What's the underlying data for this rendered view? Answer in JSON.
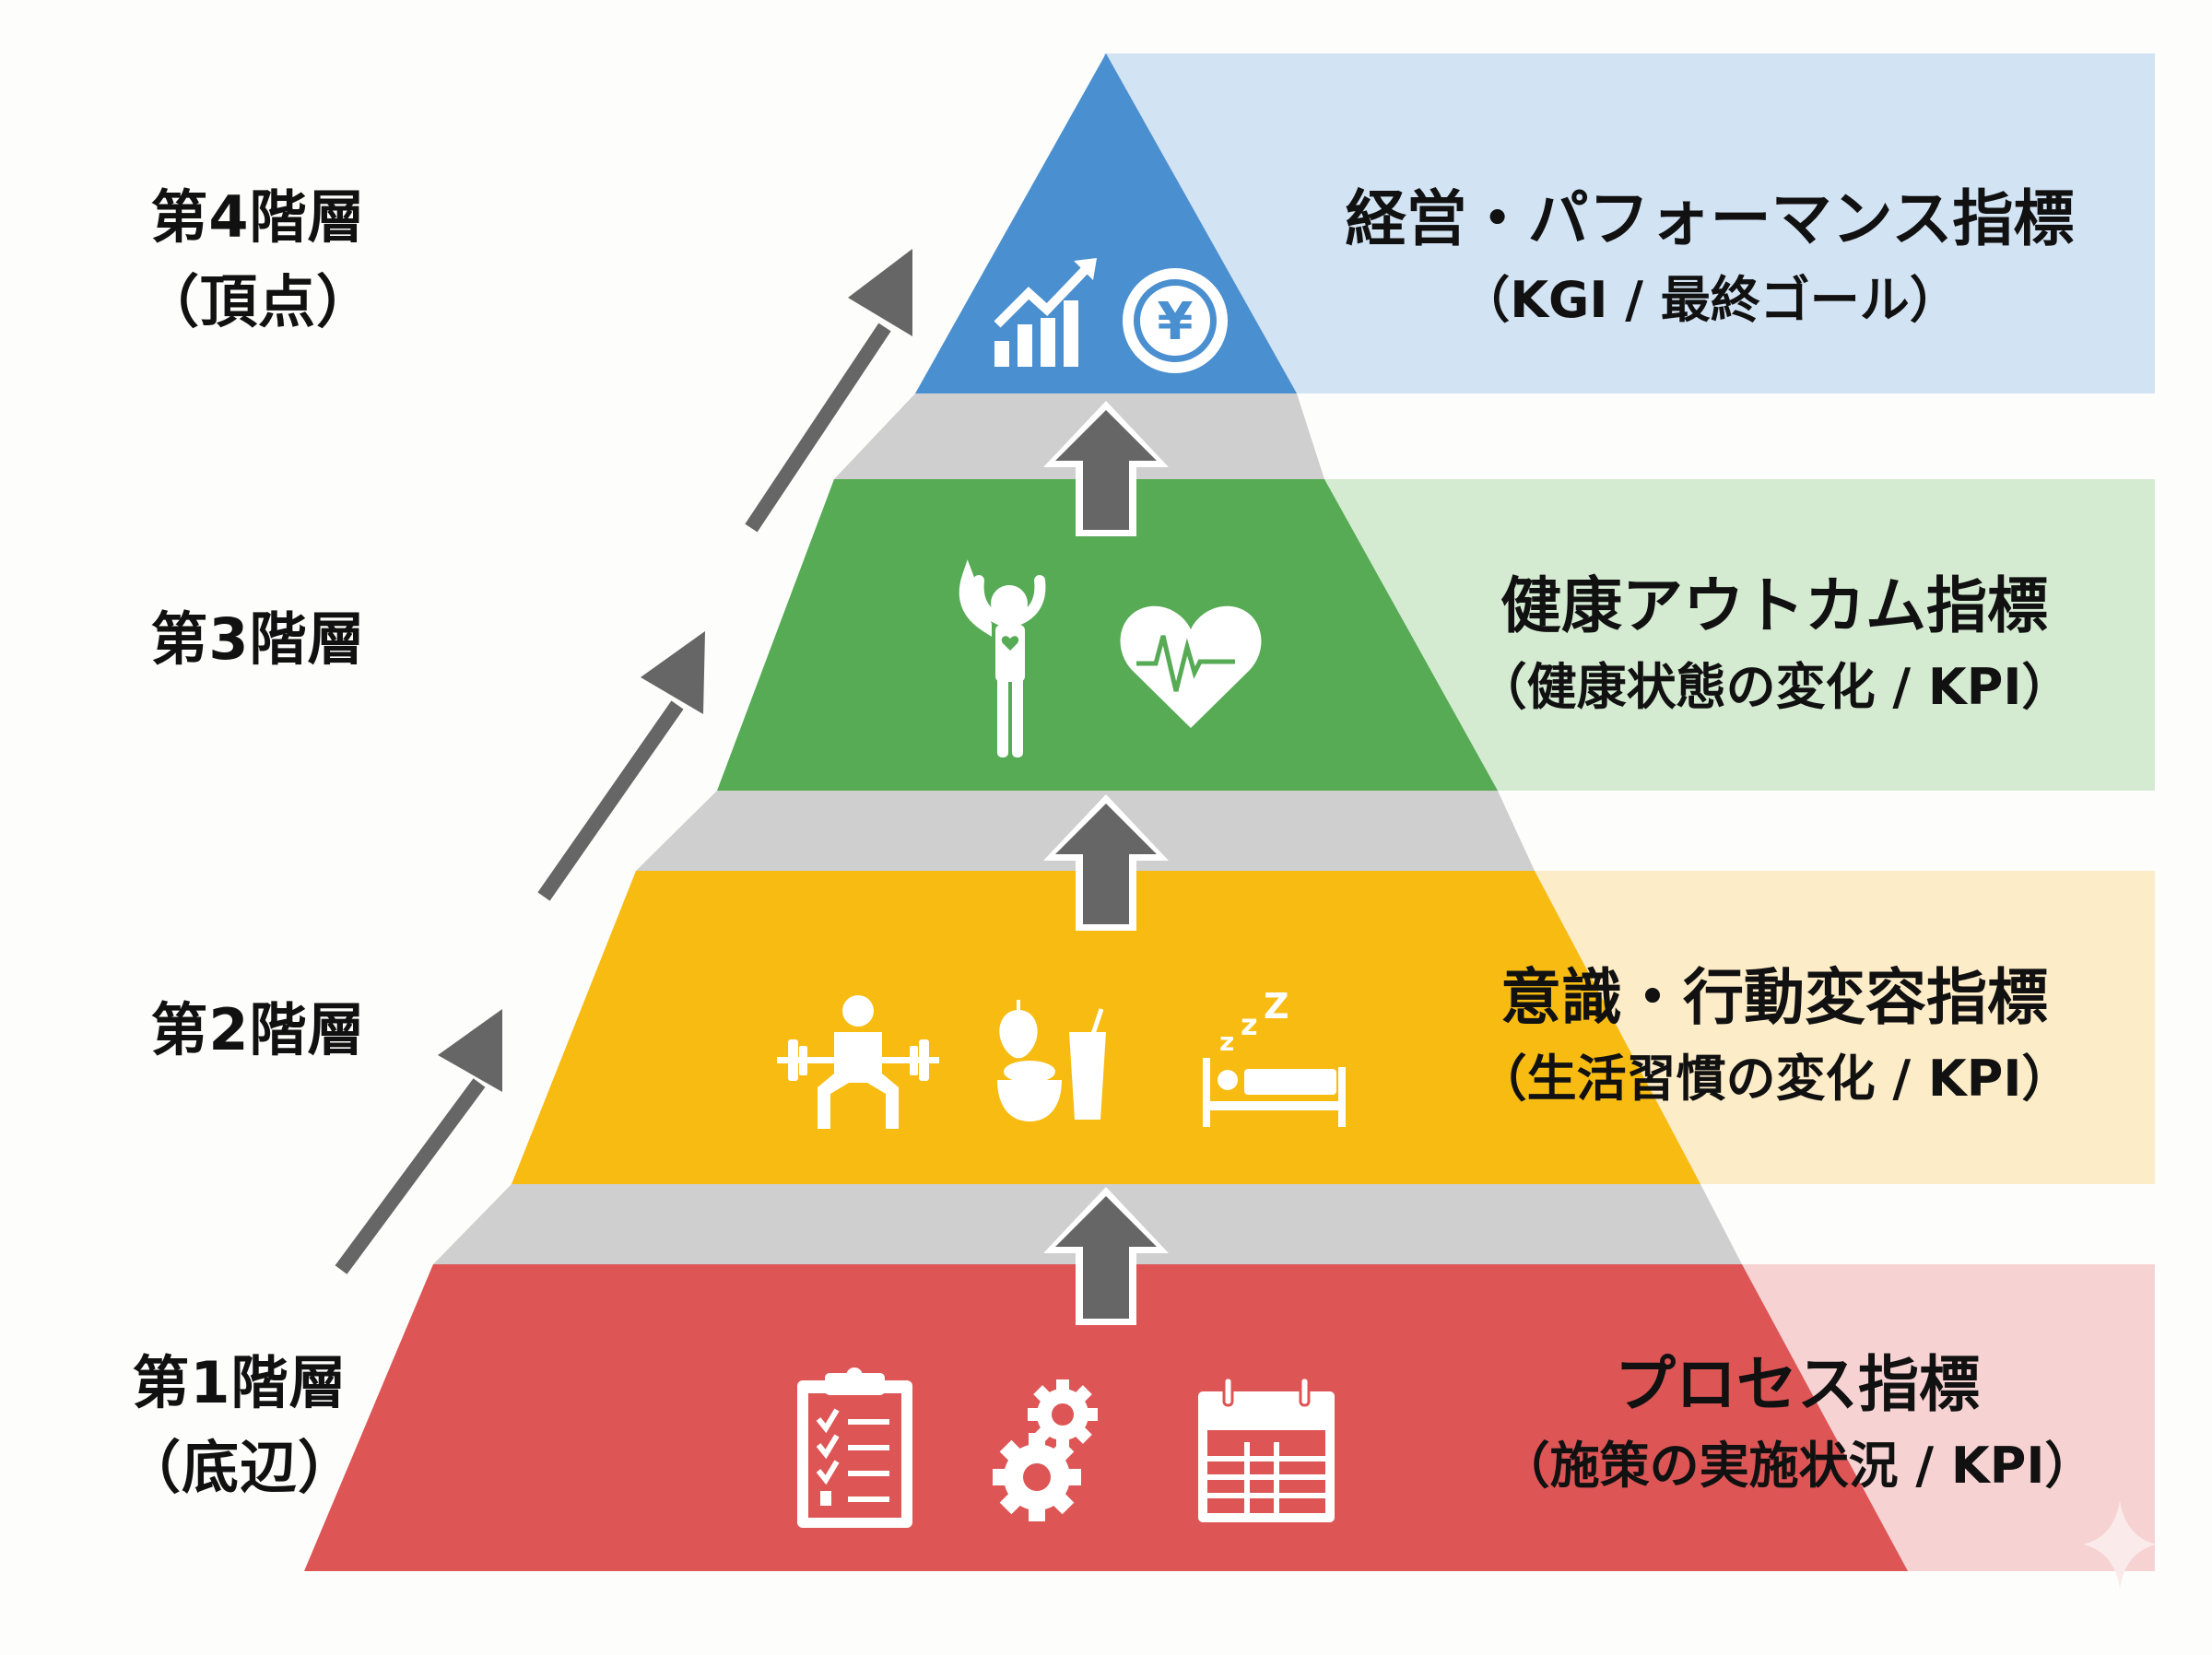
{
  "diagram": {
    "type": "pyramid",
    "direction": "bottom-to-top",
    "colors": {
      "tier4": "#4a8fcf",
      "tier4_light": "#d2e3f3",
      "tier3": "#57ab55",
      "tier3_light": "#d4ebd2",
      "tier2": "#f7bb12",
      "tier2_light": "#fcecc8",
      "tier1": "#dd5555",
      "tier1_light": "#f6d2d2",
      "connector": "#cfcfcf",
      "arrow": "#666666"
    },
    "tiers": [
      {
        "level_label": "第4階層",
        "level_note": "（頂点）",
        "title": "経営・パフォーマンス指標",
        "subtitle": "（KGI / 最終ゴール）",
        "icons": [
          "bar-chart-growth-icon",
          "yen-coin-icon"
        ]
      },
      {
        "level_label": "第3階層",
        "level_note": "",
        "title": "健康アウトカム指標",
        "subtitle": "（健康状態の変化 / KPI）",
        "icons": [
          "healthy-person-icon",
          "heartbeat-icon"
        ]
      },
      {
        "level_label": "第2階層",
        "level_note": "",
        "title": "意識・行動変容指標",
        "subtitle": "（生活習慣の変化 / KPI）",
        "icons": [
          "weightlifting-icon",
          "healthy-food-icon",
          "sleep-icon"
        ]
      },
      {
        "level_label": "第1階層",
        "level_note": "（底辺）",
        "title": "プロセス指標",
        "subtitle": "（施策の実施状況 / KPI）",
        "icons": [
          "checklist-icon",
          "gears-icon",
          "calendar-icon"
        ]
      }
    ]
  }
}
